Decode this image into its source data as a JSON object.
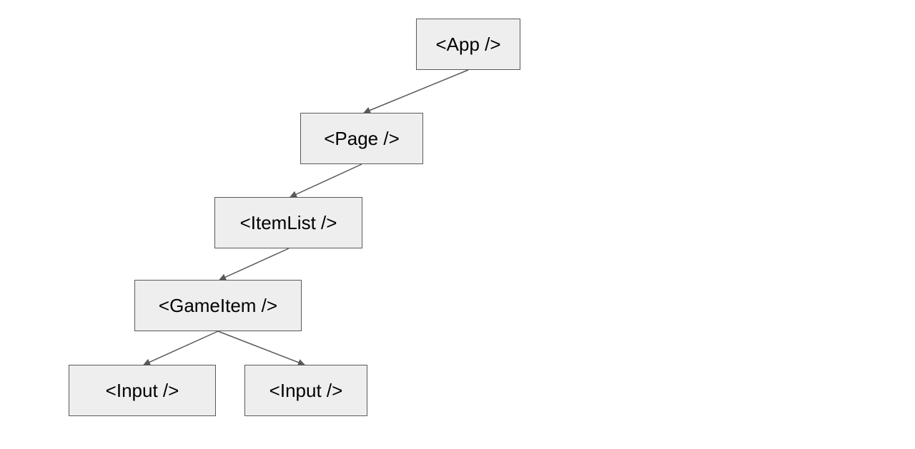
{
  "diagram": {
    "nodes": {
      "app": "<App />",
      "page": "<Page />",
      "itemlist": "<ItemList />",
      "gameitem": "<GameItem />",
      "input_1": "<Input />",
      "input_2": "<Input />"
    },
    "edges": [
      {
        "from": "app",
        "to": "page"
      },
      {
        "from": "page",
        "to": "itemlist"
      },
      {
        "from": "itemlist",
        "to": "gameitem"
      },
      {
        "from": "gameitem",
        "to": "input_1"
      },
      {
        "from": "gameitem",
        "to": "input_2"
      }
    ],
    "colors": {
      "node_fill": "#eeeeee",
      "node_border": "#595959",
      "edge": "#595959"
    }
  }
}
